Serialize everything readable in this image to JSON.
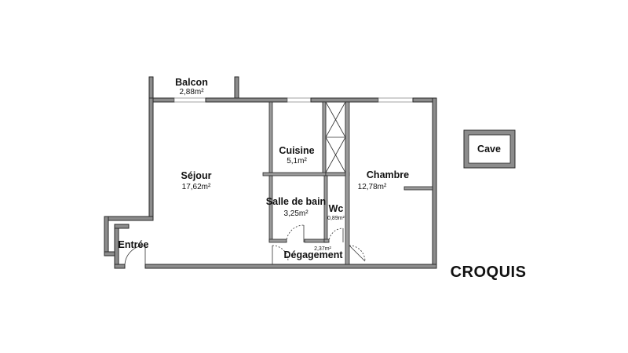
{
  "title": "CROQUIS",
  "rooms": {
    "balcon": {
      "name": "Balcon",
      "area": "2,88m²"
    },
    "sejour": {
      "name": "Séjour",
      "area": "17,62m²"
    },
    "cuisine": {
      "name": "Cuisine",
      "area": "5,1m²"
    },
    "chambre": {
      "name": "Chambre",
      "area": "12,78m²"
    },
    "salle_de_bain": {
      "name": "Salle de bain",
      "area": "3,25m²"
    },
    "wc": {
      "name": "Wc",
      "area": "0,89m²"
    },
    "entree": {
      "name": "Entrée"
    },
    "degagement": {
      "name": "Dégagement",
      "area": "2,37m²"
    },
    "cave": {
      "name": "Cave"
    }
  }
}
